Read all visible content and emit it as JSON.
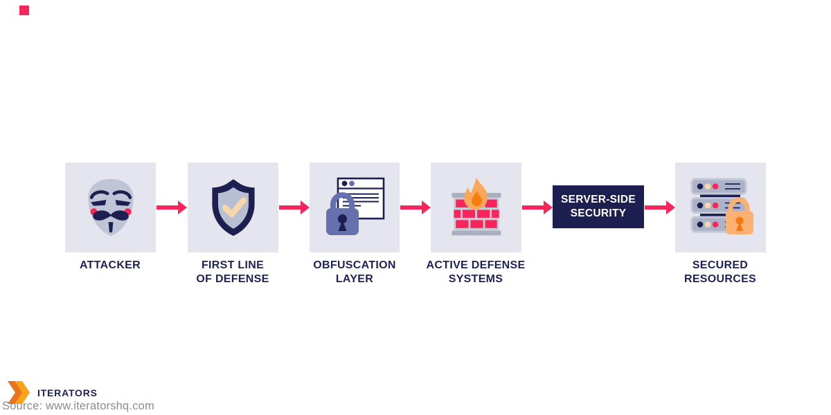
{
  "flow": {
    "steps": [
      {
        "name": "attacker",
        "line1": "ATTACKER",
        "line2": "",
        "icon": "anonymous-mask-icon"
      },
      {
        "name": "first-line-of-defense",
        "line1": "FIRST LINE",
        "line2": "OF DEFENSE",
        "icon": "shield-check-icon"
      },
      {
        "name": "obfuscation-layer",
        "line1": "OBFUSCATION",
        "line2": "LAYER",
        "icon": "browser-padlock-icon"
      },
      {
        "name": "active-defense-systems",
        "line1": "ACTIVE DEFENSE",
        "line2": "SYSTEMS",
        "icon": "firewall-flame-icon"
      },
      {
        "name": "server-side-security",
        "line1": "SERVER-SIDE",
        "line2": "SECURITY",
        "icon": ""
      },
      {
        "name": "secured-resources",
        "line1": "SECURED",
        "line2": "RESOURCES",
        "icon": "server-rack-padlock-icon"
      }
    ],
    "arrow_count": 5
  },
  "footer": {
    "brand": "ITERATORS",
    "source": "Source: www.iteratorshq.com"
  },
  "colors": {
    "box_background": "#E5E5EF",
    "navy": "#1C1F4F",
    "label_navy": "#1E2156",
    "pink": "#F8255B",
    "face_gray": "#BFC4D6",
    "gray_blue": "#B9BFD2",
    "peach": "#F8D8A9",
    "purple": "#6570AF",
    "flame_outer": "#FAA95C",
    "flame_inner": "#F87D0F",
    "lock_orange": "#FBB173",
    "keyhole_orange": "#F4790A",
    "bar_gray": "#A8AFC0",
    "mortar_gray": "#C7CCDA",
    "server_gray": "#ACB3C8",
    "server_stroke": "#C2C8D7",
    "logo_orange_dark": "#E8731D",
    "logo_orange_light": "#F9A21B",
    "source_text": "#8C8C8C",
    "white": "#FFFFFF"
  }
}
